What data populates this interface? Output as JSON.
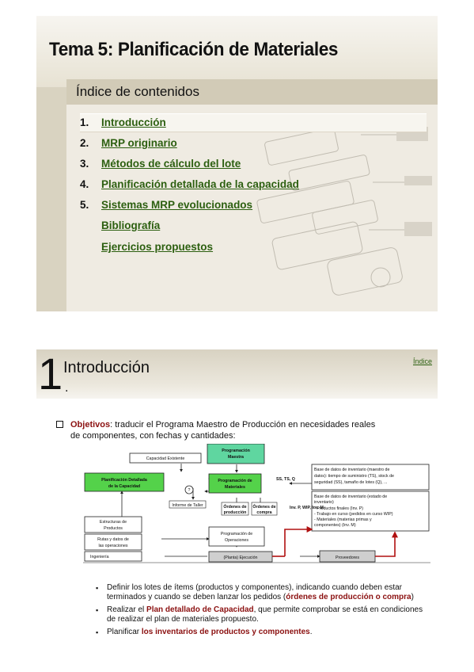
{
  "slide1": {
    "title": "Tema 5: Planificación de Materiales",
    "subtitle": "Índice de contenidos",
    "items": [
      {
        "num": "1.",
        "label": "Introducción"
      },
      {
        "num": "2.",
        "label": "MRP originario"
      },
      {
        "num": "3.",
        "label": "Métodos de cálculo del lote"
      },
      {
        "num": "4.",
        "label": "Planificación detallada de la capacidad"
      },
      {
        "num": "5.",
        "label": "Sistemas MRP evolucionados"
      },
      {
        "num": "",
        "label": "Bibliografía"
      },
      {
        "num": "",
        "label": "Ejercicios propuestos"
      }
    ]
  },
  "slide2": {
    "big_number": "1",
    "title": "Introducción",
    "index_link": "Índice",
    "objective_label": "Objetivos",
    "objective_text": ": traducir el Programa Maestro de Producción en necesidades reales de componentes, con fechas y cantidades:",
    "diagram": {
      "capacidad_existente": "Capacidad Existente",
      "programacion_maestra_1": "Programación",
      "programacion_maestra_2": "Maestra",
      "planificacion_1": "Planificación Detallada",
      "planificacion_2": "de la Capacidad",
      "prog_materiales_1": "Programación de",
      "prog_materiales_2": "Materiales",
      "ss_tsq": "SS, TS, Q",
      "base_maestro_1": "Base de datos de inventario (maestro de",
      "base_maestro_2": "datos): tiempo de suministro (TS), stock de",
      "base_maestro_3": "seguridad (SS), tamaño de lotes (Q), ...",
      "base_estado_1": "Base de datos de inventario (estado de",
      "base_estado_2": "inventario)",
      "base_estado_3": "-  Productos finales (Inv. P)",
      "base_estado_4": "-  Trabajo en curso (pedidos en curso WIP)",
      "base_estado_5": "-  Materiales (materias primas y",
      "base_estado_6": "   componentes) (Inv. M)",
      "informe_taller": "Informe de Taller",
      "question": "?",
      "ordenes_prod_1": "Órdenes de",
      "ordenes_prod_2": "producción",
      "ordenes_compra_1": "Órdenes de",
      "ordenes_compra_2": "compra",
      "inv_labels": "Inv. P, WIP, Inv. M",
      "estructuras_1": "Estructuras de",
      "estructuras_2": "Productos",
      "rutas_1": "Rutas y datos de",
      "rutas_2": "las operaciones",
      "ingenieria": "Ingeniería",
      "prog_operaciones_1": "Programación de",
      "prog_operaciones_2": "Operaciones",
      "ejecucion": "(Planta) Ejecución",
      "proveedores": "Proveedores"
    },
    "bullets": [
      {
        "pre": "Definir los lotes de ítems (productos y componentes), indicando cuando deben estar terminados y cuando se deben lanzar los pedidos (",
        "bold": "órdenes de producción o compra",
        "post": ")"
      },
      {
        "pre": "Realizar el ",
        "bold": "Plan detallado de Capacidad",
        "post": ", que permite comprobar se está en condiciones de realizar el plan de materiales propuesto."
      },
      {
        "pre": "Planificar ",
        "bold": "los inventarios de productos y componentes",
        "post": "."
      }
    ]
  }
}
